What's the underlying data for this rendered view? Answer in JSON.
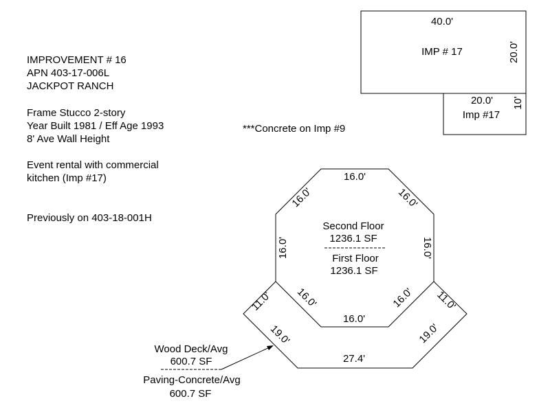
{
  "notes": {
    "improvement": "IMPROVEMENT # 16",
    "apn": "APN 403-17-006L",
    "ranch": "JACKPOT RANCH",
    "construction": "Frame Stucco 2-story",
    "year_built": "Year Built 1981 / Eff Age 1993",
    "wall_height": "8' Ave Wall Height",
    "event_line1": "Event rental with commercial",
    "event_line2": "kitchen (Imp #17)",
    "previous": "Previously on 403-18-001H"
  },
  "concrete_note": "***Concrete on Imp #9",
  "imp17": {
    "main_label": "IMP # 17",
    "main_width": "40.0'",
    "main_depth": "20.0'",
    "small_label": "Imp #17",
    "small_width": "20.0'",
    "small_depth": "10'"
  },
  "octagon": {
    "second_floor_label": "Second Floor",
    "second_floor_area": "1236.1 SF",
    "first_floor_label": "First Floor",
    "first_floor_area": "1236.1 SF",
    "side_top": "16.0'",
    "side_top_left": "16.0'",
    "side_top_right": "16.0'",
    "side_left": "16.0'",
    "side_right": "16.0'",
    "side_bottom_left": "16.0'",
    "side_bottom_right": "16.0'",
    "side_bottom": "16.0'"
  },
  "deck": {
    "left_short": "11.0'",
    "right_short": "11.0'",
    "left_long": "19.0'",
    "right_long": "19.0'",
    "bottom": "27.4'",
    "label1": "Wood Deck/Avg",
    "area1": "600.7 SF",
    "label2": "Paving-Concrete/Avg",
    "area2": "600.7 SF"
  }
}
